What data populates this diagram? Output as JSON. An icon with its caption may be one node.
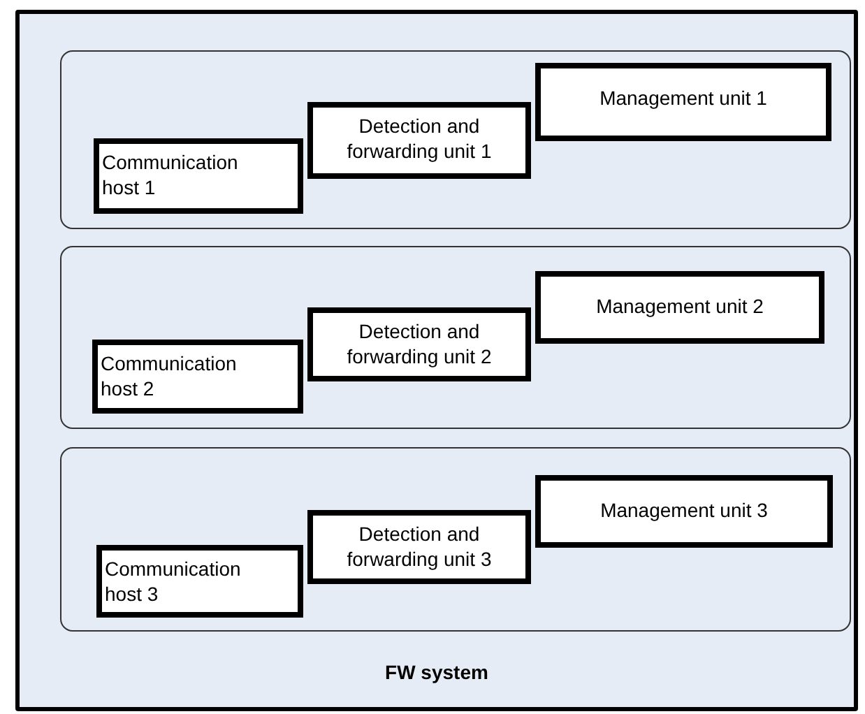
{
  "diagram": {
    "nodes": [
      {
        "text": [
          "FW system"
        ]
      },
      {
        "text": [],
        "shape": "box",
        "in": 0
      },
      {
        "text": [
          "Communication host 1"
        ],
        "in": 1
      },
      {
        "text": [
          "Detection and forwarding unit 1"
        ],
        "in": 1
      },
      {
        "text": [
          "Management unit 1"
        ],
        "in": 1
      },
      {
        "text": [],
        "shape": "box",
        "in": 0
      },
      {
        "text": [
          "Communication host 2"
        ],
        "in": 5
      },
      {
        "text": [
          "Detection and forwarding unit 2"
        ],
        "in": 5
      },
      {
        "text": [
          "Management unit 2"
        ],
        "in": 5
      },
      {
        "text": [],
        "shape": "box",
        "in": 0
      },
      {
        "text": [
          "Communication host 3"
        ],
        "in": 9
      },
      {
        "text": [
          "Detection and forwarding unit 3"
        ],
        "in": 9
      },
      {
        "text": [
          "Management unit 3"
        ],
        "in": 9
      }
    ]
  }
}
